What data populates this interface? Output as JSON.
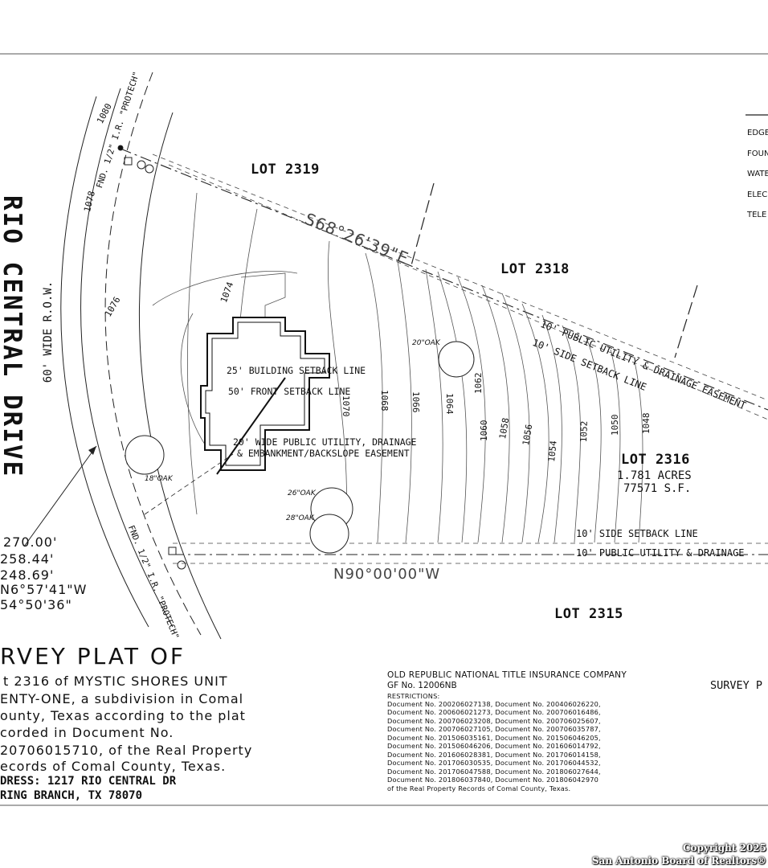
{
  "street": {
    "name": "RIO CENTRAL DRIVE",
    "row": "60' WIDE R.O.W."
  },
  "lots": {
    "north": "LOT 2319",
    "northeast": "LOT 2318",
    "subject": "LOT 2316",
    "subject_acres": "1.781 ACRES",
    "subject_sf": "77571 S.F.",
    "south": "LOT 2315"
  },
  "bearings": {
    "north_line": "S68°26'39\"E",
    "south_line": "N90°00'00\"W"
  },
  "iron_rods": {
    "north": "FND. 1/2\" I.R. \"PROTECH\"",
    "south": "FND. 1/2\" I.R. \"PROTECH\""
  },
  "easements": {
    "building_setback": "25' BUILDING SETBACK LINE",
    "front_setback": "50' FRONT SETBACK LINE",
    "wide_utility_1": "20' WIDE PUBLIC UTILITY, DRAINAGE",
    "wide_utility_2": "& EMBANKMENT/BACKSLOPE EASEMENT",
    "ne_utility": "10' PUBLIC UTILITY & DRAINAGE EASEMENT",
    "ne_side": "10' SIDE SETBACK LINE",
    "s_side": "10' SIDE SETBACK LINE",
    "s_utility": "10' PUBLIC UTILITY & DRAINAGE"
  },
  "contours": [
    "1080",
    "1078",
    "1076",
    "1074",
    "1070",
    "1068",
    "1066",
    "1064",
    "1062",
    "1060",
    "1058",
    "1056",
    "1054",
    "1052",
    "1050",
    "1048"
  ],
  "trees": [
    "20\"OAK",
    "18\"OAK",
    "26\"OAK",
    "28\"OAK"
  ],
  "curve": {
    "r": "270.00'",
    "l": "258.44'",
    "ch": "248.69'",
    "cb": "N6°57'41\"W",
    "delta": "54°50'36\""
  },
  "legend": [
    "EDGE",
    "FOUN",
    "WATE",
    "ELEC",
    "TELE"
  ],
  "title_block": {
    "heading": "RVEY PLAT OF",
    "lines": [
      "t 2316 of MYSTIC SHORES UNIT",
      "ENTY-ONE, a subdivision in Comal",
      "ounty, Texas according to the plat",
      "corded in Document No.",
      "20706015710, of the Real Property",
      "ecords of Comal County, Texas."
    ],
    "address": "DRESS: 1217 RIO CENTRAL DR",
    "city": "RING BRANCH, TX 78070"
  },
  "title_company": {
    "name": "OLD REPUBLIC NATIONAL TITLE INSURANCE COMPANY",
    "gf": "GF No. 12006NB",
    "restrictions_label": "RESTRICTIONS:",
    "documents": [
      "Document No. 200206027138, Document No. 200406026220,",
      "Document No. 200606021273, Document No. 200706016486,",
      "Document No. 200706023208, Document No. 200706025607,",
      "Document No. 200706027105, Document No. 200706035787,",
      "Document No. 201506035161, Document No. 201506046205,",
      "Document No. 201506046206, Document No. 201606014792,",
      "Document No. 201606028381, Document No. 201706014158,",
      "Document No. 201706030535, Document No. 201706044532,",
      "Document No. 201706047588, Document No. 201806027644,",
      "Document No. 201806037840, Document No. 201806042970"
    ],
    "footer": "of the Real Property Records of Comal County, Texas."
  },
  "survey_label": "SURVEY P",
  "copyright": {
    "line1": "Copyright 2025",
    "line2": "San Antonio Board of Realtors®"
  }
}
